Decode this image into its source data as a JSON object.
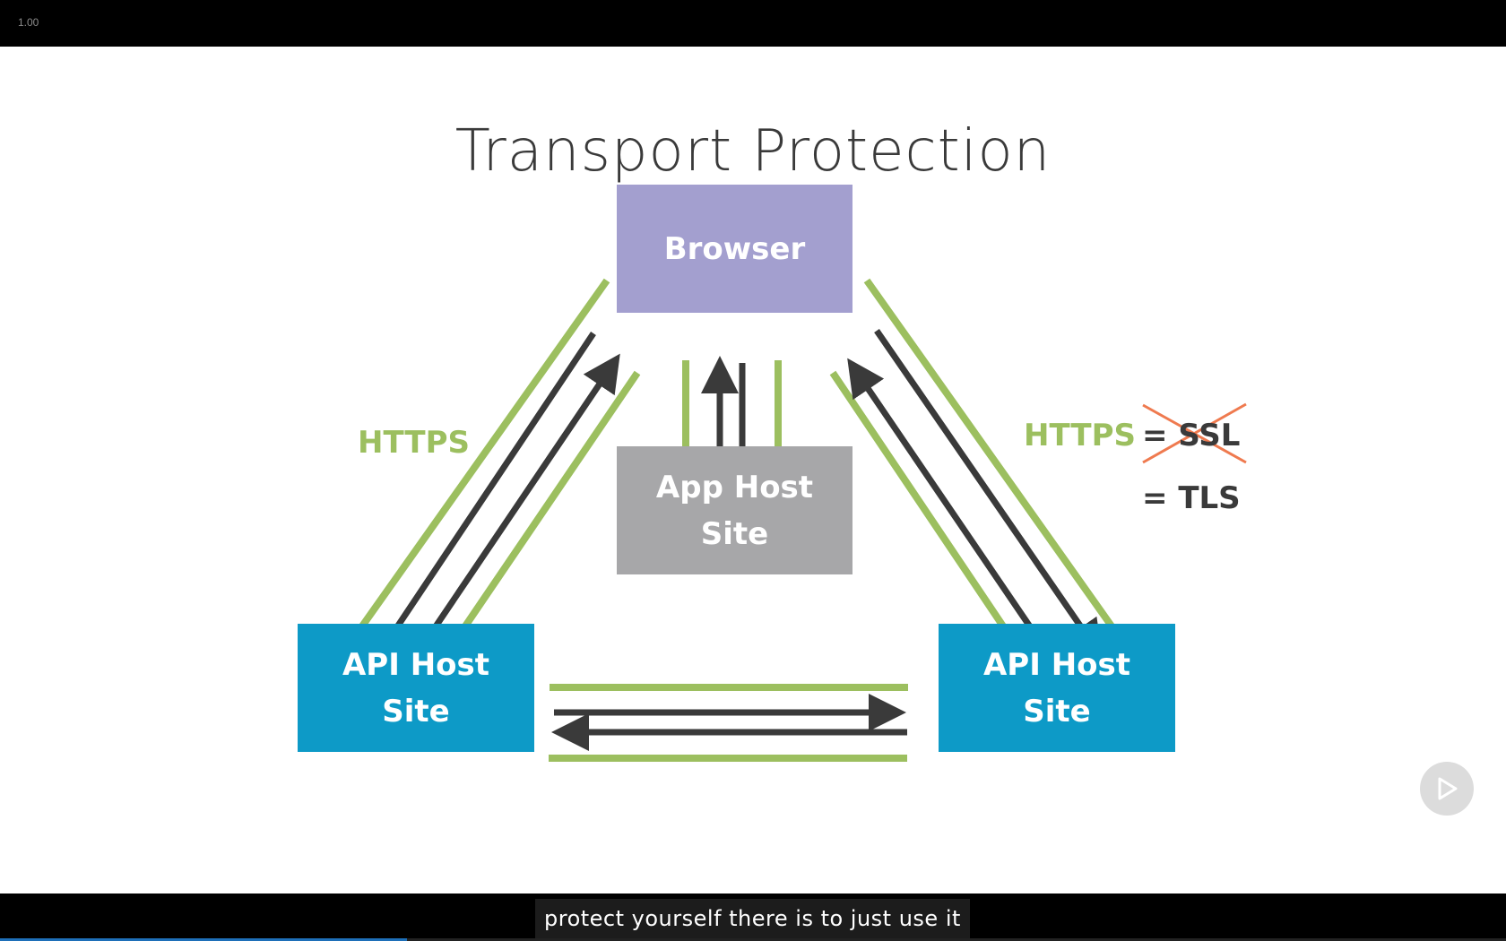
{
  "player": {
    "speed": "1.00",
    "caption": "protect yourself there is to just use it",
    "progress_percent": 27,
    "accent_color": "#1e6fb8"
  },
  "slide": {
    "title": "Transport Protection",
    "boxes": {
      "browser": "Browser",
      "app_host_line1": "App Host",
      "app_host_line2": "Site",
      "api_left_line1": "API Host",
      "api_left_line2": "Site",
      "api_right_line1": "API Host",
      "api_right_line2": "Site"
    },
    "labels": {
      "https_left": "HTTPS",
      "https_right": "HTTPS",
      "ssl": "= SSL",
      "tls": "= TLS"
    },
    "colors": {
      "browser": "#a39fcf",
      "app_host": "#a7a7a9",
      "api_host": "#0d9ac7",
      "https_green": "#9cbf5f",
      "arrow_dark": "#3a3a3a",
      "strike_orange": "#ef7a4f"
    }
  },
  "icons": {
    "play": "play-forward-icon"
  }
}
